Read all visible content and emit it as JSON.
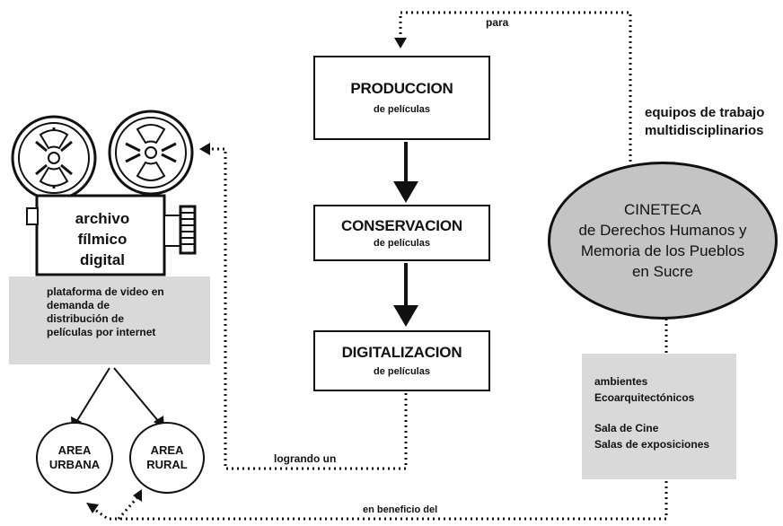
{
  "boxes": {
    "produccion": {
      "title": "PRODUCCION",
      "sub": "de películas"
    },
    "conservacion": {
      "title": "CONSERVACION",
      "sub": "de películas"
    },
    "digitalizacion": {
      "title": "DIGITALIZACION",
      "sub": "de películas"
    }
  },
  "cineteca": {
    "line1": "CINETECA",
    "line2": "de Derechos Humanos y",
    "line3": "Memoria de los Pueblos",
    "line4": "en Sucre"
  },
  "camera": {
    "line1": "archivo",
    "line2": "fílmico",
    "line3": "digital"
  },
  "platform": {
    "line1": "plataforma de video en",
    "line2": "demanda de",
    "line3": "distribución de",
    "line4": "películas por internet"
  },
  "ambientes": {
    "line1": "ambientes",
    "line2": "Ecoarquitectónicos",
    "line3": "Sala de Cine",
    "line4": "Salas de exposiciones"
  },
  "areas": {
    "urbana_1": "AREA",
    "urbana_2": "URBANA",
    "rural_1": "AREA",
    "rural_2": "RURAL"
  },
  "connectors": {
    "para": "para",
    "equipos_1": "equipos de trabajo",
    "equipos_2": "multidisciplinarios",
    "logrando": "logrando un",
    "beneficio": "en beneficio del"
  }
}
